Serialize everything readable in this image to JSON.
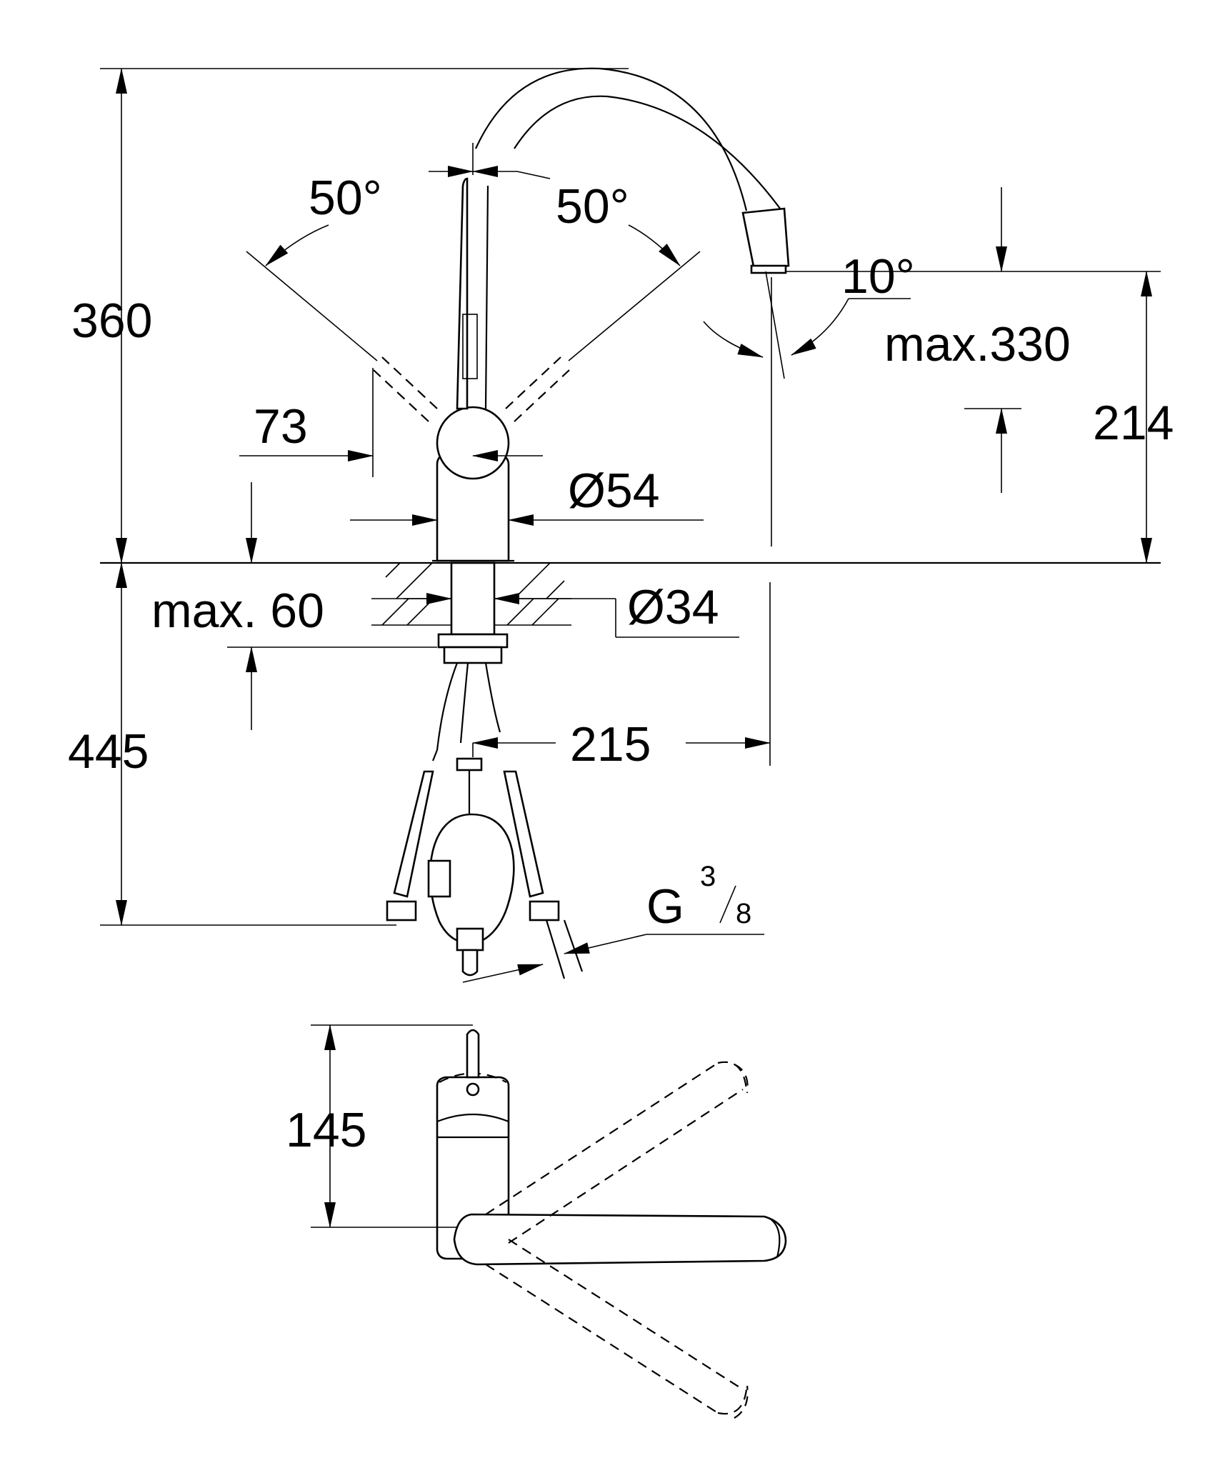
{
  "dimensions": {
    "height_total": "360",
    "angle_left": "50°",
    "angle_right": "50°",
    "angle_spout": "10°",
    "max_spout_height": "max.330",
    "spout_outlet_height": "214",
    "lever_offset": "73",
    "body_diameter": "Ø54",
    "shank_diameter": "Ø34",
    "max_deck_thickness": "max. 60",
    "hose_length": "445",
    "reach": "215",
    "connection_thread_base": "G",
    "connection_thread_num": "3",
    "connection_thread_den": "8",
    "plan_depth": "145"
  },
  "colors": {
    "line": "#000000",
    "background": "#ffffff"
  }
}
